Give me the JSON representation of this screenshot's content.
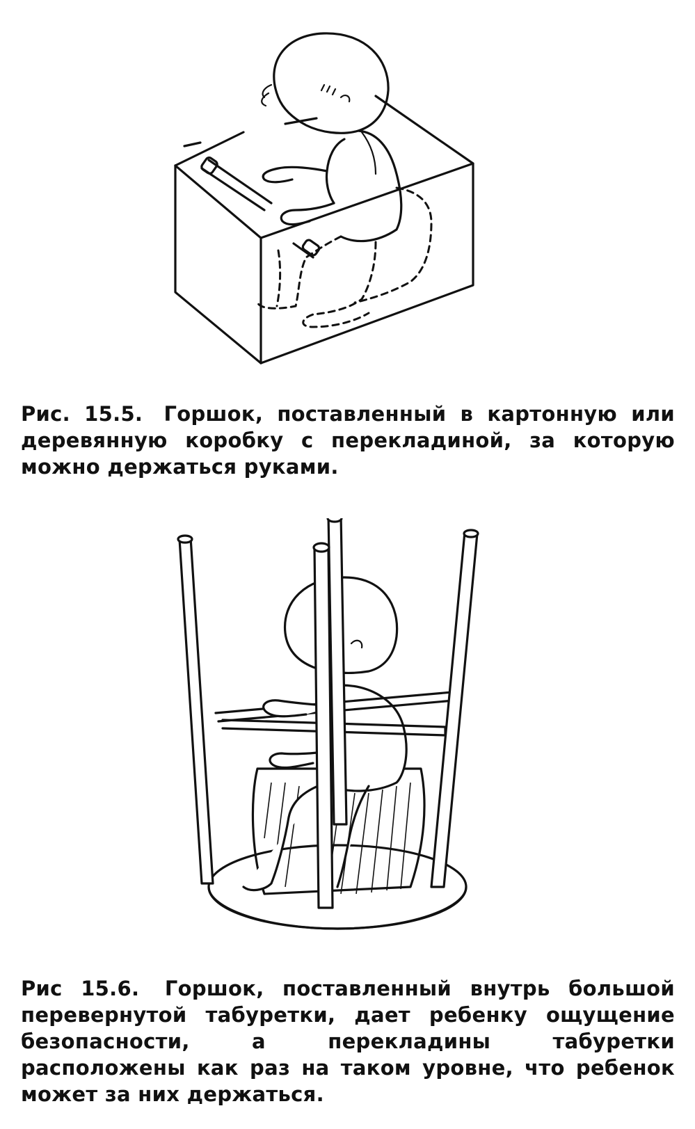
{
  "figures": [
    {
      "caption_label": "Рис. 15.5.",
      "caption_text": "Горшок, поставленный в картонную или деревянную коробку с перекладиной, за которую можно держаться руками."
    },
    {
      "caption_label": "Рис 15.6.",
      "caption_text": "Горшок, поставленный внутрь большой перевернутой табуретки, дает ребенку ощущение безопасности, а перекладины табуретки расположены как раз на таком уровне, что ребенок может за них держаться."
    }
  ]
}
